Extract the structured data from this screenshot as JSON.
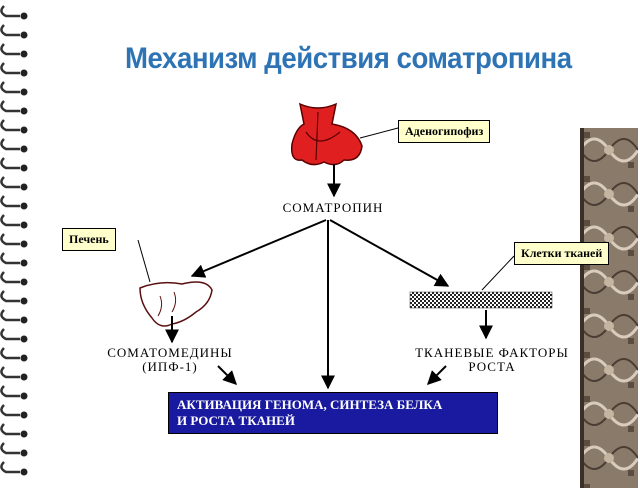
{
  "title": "Механизм действия соматропина",
  "callouts": {
    "adenohypophysis": "Аденогипофиз",
    "liver": "Печень",
    "tissue_cells": "Клетки тканей"
  },
  "labels": {
    "somatotropin": "СОМАТРОПИН",
    "somatomedins_line1": "СОМАТОМЕДИНЫ",
    "somatomedins_line2": "(ИПФ-1)",
    "tissue_factors_line1": "ТКАНЕВЫЕ ФАКТОРЫ",
    "tissue_factors_line2": "РОСТА"
  },
  "result": {
    "line1": "АКТИВАЦИЯ ГЕНОМА, СИНТЕЗА БЕЛКА",
    "line2": "И РОСТА ТКАНЕЙ"
  },
  "colors": {
    "title": "#2e74b5",
    "callout_bg": "#ffffcc",
    "result_bg": "#1a1aa0",
    "pituitary": "#e02020"
  }
}
